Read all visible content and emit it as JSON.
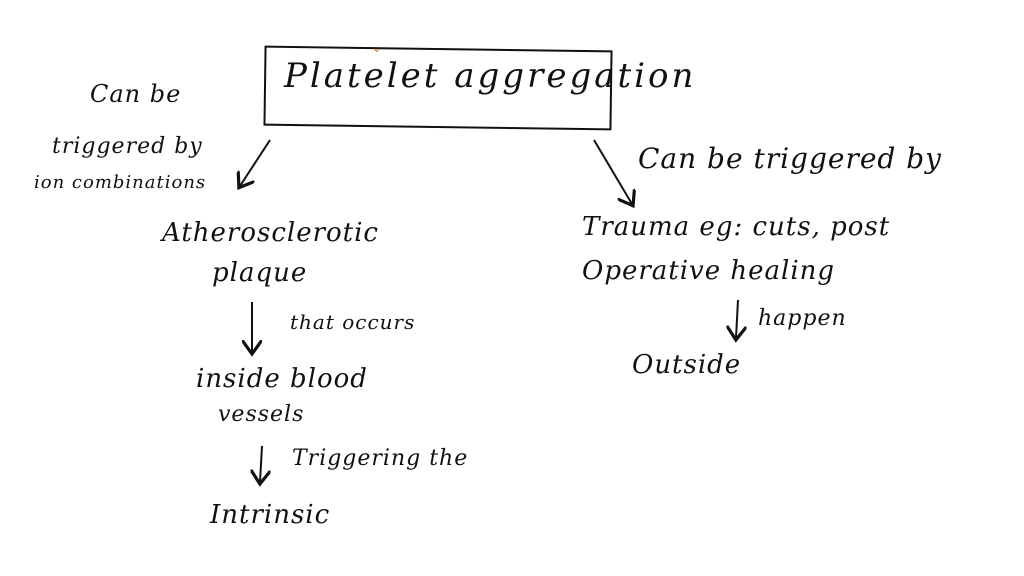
{
  "diagram": {
    "title": "Platelet aggregation",
    "left_branch": {
      "edge_label_line1": "Can be",
      "edge_label_line2": "triggered by",
      "edge_label_line3": "ion combinations",
      "node1_line1": "Atherosclerotic",
      "node1_line2": "plaque",
      "edge2_label": "that occurs",
      "node2_line1": "inside blood",
      "node2_line2": "vessels",
      "edge3_label": "Triggering the",
      "node3": "Intrinsic"
    },
    "right_branch": {
      "edge_label": "Can be triggered by",
      "node1_line1": "Trauma eg: cuts, post",
      "node1_line2": "Operative healing",
      "edge2_label": "happen",
      "node2": "Outside"
    },
    "colors": {
      "ink": "#111111",
      "accent_mark": "#d98a2b",
      "background": "#ffffff"
    }
  }
}
